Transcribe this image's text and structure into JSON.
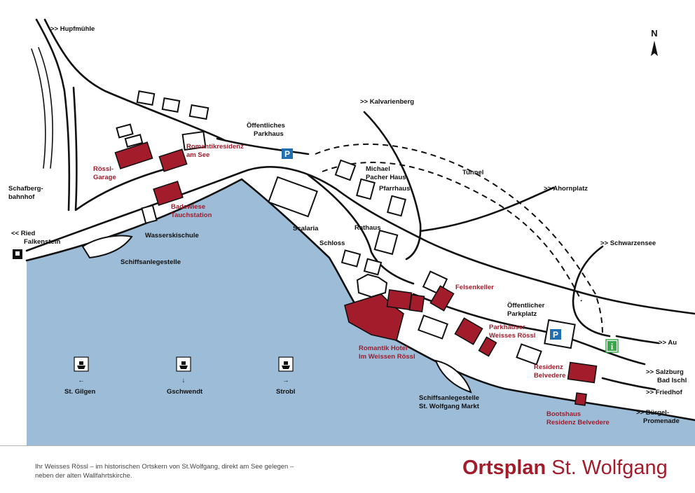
{
  "map": {
    "compass": "N",
    "labels": {
      "hupfmuehle": ">> Hupfmühle",
      "kalvarienberg": ">> Kalvarienberg",
      "oeffentliches_parkhaus_1": "Öffentliches",
      "oeffentliches_parkhaus_2": "Parkhaus",
      "michael_pacher_1": "Michael",
      "michael_pacher_2": "Pacher Haus",
      "pfarrhaus": "Pfarrhaus",
      "tunnel": "Tunnel",
      "ahornplatz": ">> Ahornplatz",
      "schafberg_1": "Schafberg-",
      "schafberg_2": "bahnhof",
      "ried_1": "<< Ried",
      "ried_2": "Falkenstein",
      "wasserskischule": "Wasserskischule",
      "scalaria": "Scalaria",
      "rathaus": "Rathaus",
      "schloss": "Schloss",
      "schiffsanlegestelle": "Schiffsanlegestelle",
      "schwarzensee": ">> Schwarzensee",
      "oeffentlicher_parkplatz_1": "Öffentlicher",
      "oeffentlicher_parkplatz_2": "Parkplatz",
      "au": ">> Au",
      "salzburg_1": ">> Salzburg",
      "salzburg_2": "Bad Ischl",
      "friedhof": ">> Friedhof",
      "buergel_1": ">> Bürgel-",
      "buergel_2": "Promenade",
      "st_gilgen": "St. Gilgen",
      "gschwendt": "Gschwendt",
      "strobl": "Strobl",
      "schiffsanlegestelle_markt_1": "Schiffsanlegestelle",
      "schiffsanlegestelle_markt_2": "St. Wolfgang Markt",
      "ferry_arrows": [
        "←",
        "↓",
        "→"
      ]
    },
    "hotel_labels": {
      "roessl_garage_1": "Rössl-",
      "roessl_garage_2": "Garage",
      "romantikresidenz_1": "Romantikresidenz",
      "romantikresidenz_2": "am See",
      "badewiese_1": "Badewiese",
      "badewiese_2": "Tauchstation",
      "felsenkeller": "Felsenkeller",
      "parkhaeuser_1": "Parkhäuser",
      "parkhaeuser_2": "Weisses Rössl",
      "romantik_hotel_1": "Romantik Hotel",
      "romantik_hotel_2": "Im Weissen Rössl",
      "residenz_belvedere_1": "Residenz",
      "residenz_belvedere_2": "Belvedere",
      "bootshaus_1": "Bootshaus",
      "bootshaus_2": "Residenz Belvedere"
    },
    "symbols": {
      "parking": "P",
      "info": "i"
    },
    "colors": {
      "lake": "#9dbcd7",
      "hotel": "#a21c2c",
      "parking": "#1f6fb2",
      "info": "#3aa84a"
    }
  },
  "footer": {
    "description_line1": "Ihr Weisses Rössl – im historischen Ortskern von St.Wolfgang, direkt am See gelegen –",
    "description_line2": "neben der alten Wallfahrtskirche.",
    "title_bold": "Ortsplan",
    "title_rest": " St. Wolfgang"
  }
}
